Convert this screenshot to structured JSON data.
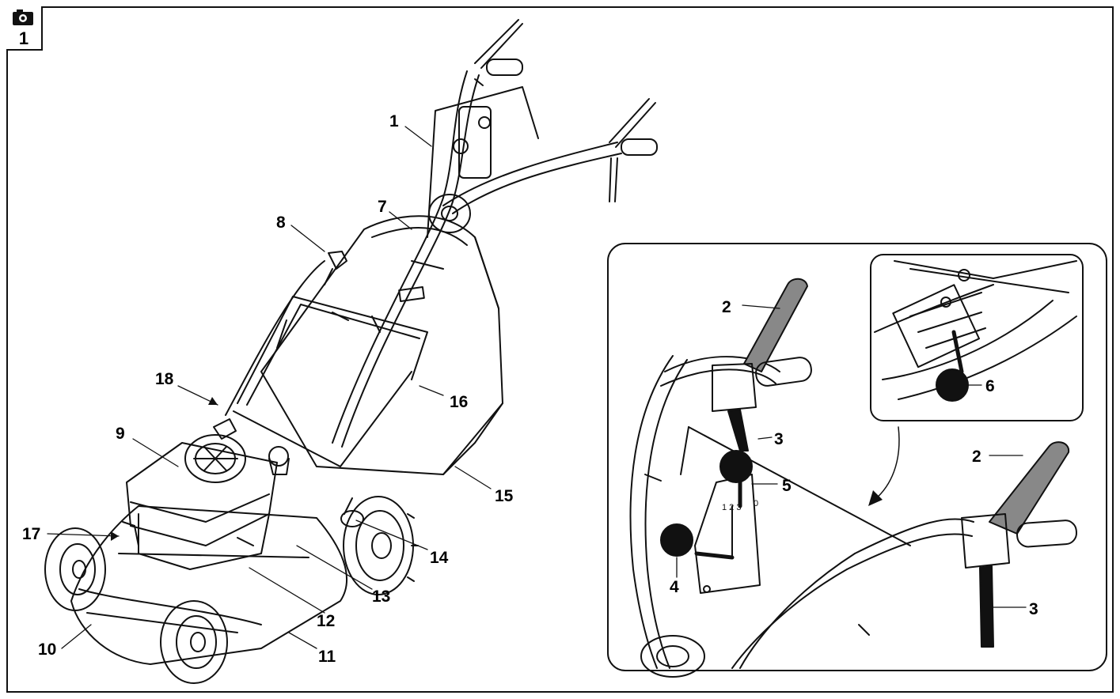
{
  "figure": {
    "number": "1",
    "icon": "camera-icon"
  },
  "callouts": {
    "c1": "1",
    "c2a": "2",
    "c2b": "2",
    "c3a": "3",
    "c3b": "3",
    "c4": "4",
    "c5": "5",
    "c6": "6",
    "c7": "7",
    "c8": "8",
    "c9": "9",
    "c10": "10",
    "c11": "11",
    "c12": "12",
    "c13": "13",
    "c14": "14",
    "c15": "15",
    "c16": "16",
    "c17": "17",
    "c18": "18"
  },
  "lever_scale": {
    "left": "1 2 3",
    "right": "0 ◊"
  }
}
